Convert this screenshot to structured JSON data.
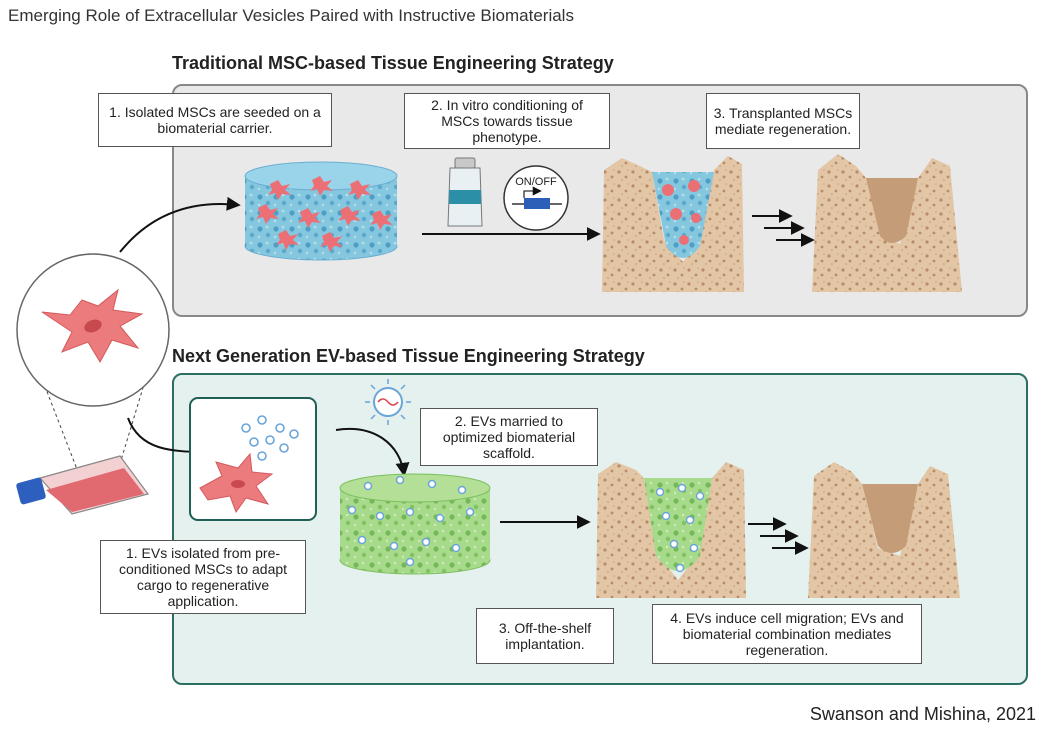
{
  "title": "Emerging Role of Extracellular Vesicles Paired with Instructive Biomaterials",
  "traditional": {
    "heading": "Traditional MSC-based Tissue Engineering Strategy",
    "step1": "1. Isolated MSCs are seeded on a biomaterial carrier.",
    "step2": "2. In vitro conditioning of MSCs towards tissue phenotype.",
    "step3": "3. Transplanted MSCs mediate regeneration.",
    "switch_label": "ON/OFF"
  },
  "next_generation": {
    "heading": "Next Generation EV-based Tissue Engineering Strategy",
    "step1": "1. EVs isolated from pre-conditioned MSCs to adapt cargo to regenerative application.",
    "step2": "2. EVs married to optimized biomaterial scaffold.",
    "step3": "3. Off-the-shelf implantation.",
    "step4": "4. EVs induce cell migration; EVs and biomaterial combination mediates regeneration."
  },
  "credit": "Swanson and Mishina, 2021",
  "colors": {
    "trad_panel": "#e9e9e9",
    "next_panel": "#e4f1ee",
    "next_border": "#2b6f63",
    "bone": "#e2c6a6",
    "cell": "#ec7b7d",
    "scaffold_blue": "#8ccbe3",
    "scaffold_green": "#9cd47c"
  }
}
